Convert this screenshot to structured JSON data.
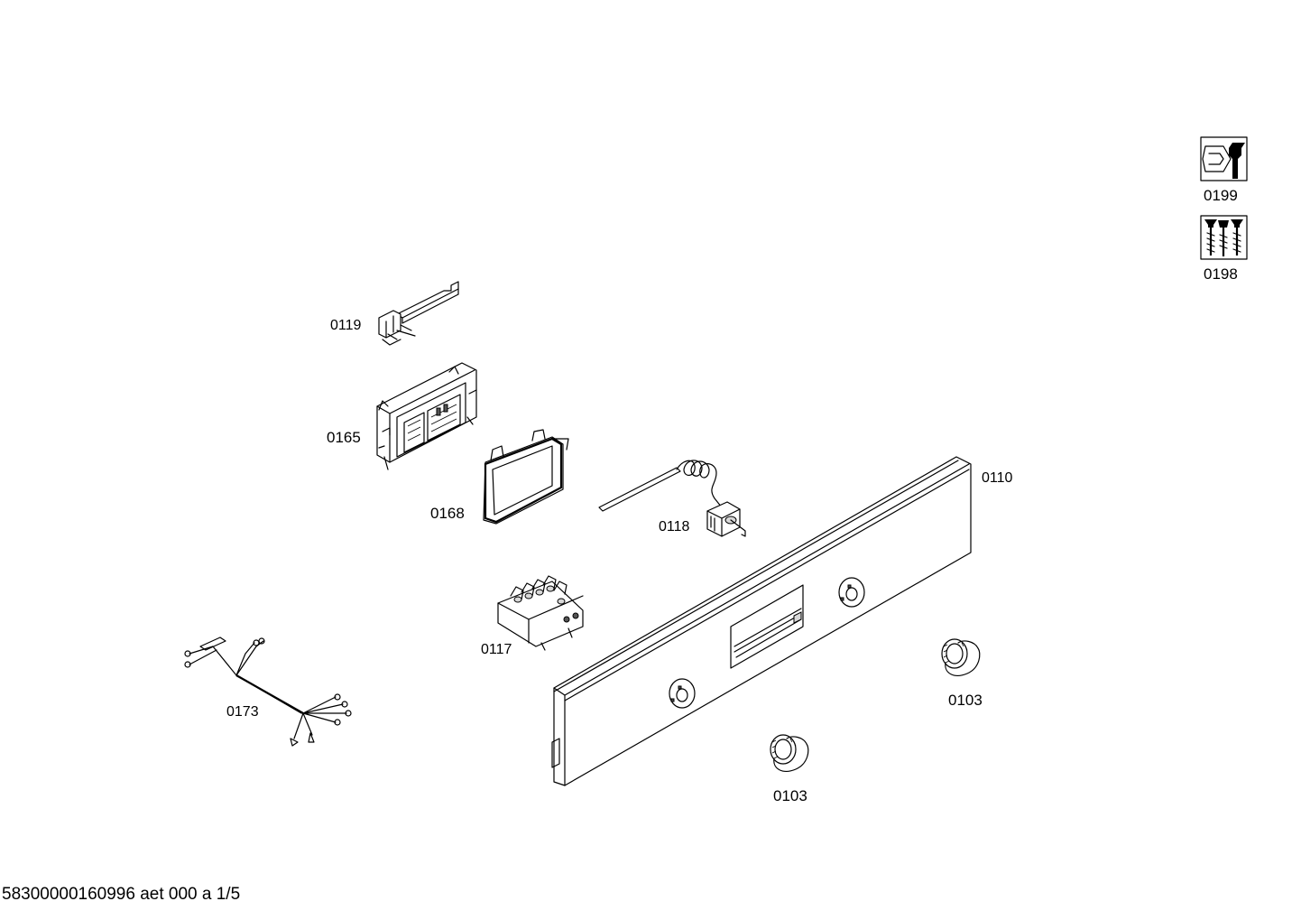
{
  "labels": {
    "p0199": "0199",
    "p0198": "0198",
    "p0119": "0119",
    "p0165": "0165",
    "p0168": "0168",
    "p0118": "0118",
    "p0110": "0110",
    "p0117": "0117",
    "p0173": "0173",
    "p0103a": "0103",
    "p0103b": "0103"
  },
  "icons": {
    "p0199": "wrench-nut-icon",
    "p0198": "screws-icon"
  },
  "footer": "58300000160996 aet 000 a 1/5"
}
